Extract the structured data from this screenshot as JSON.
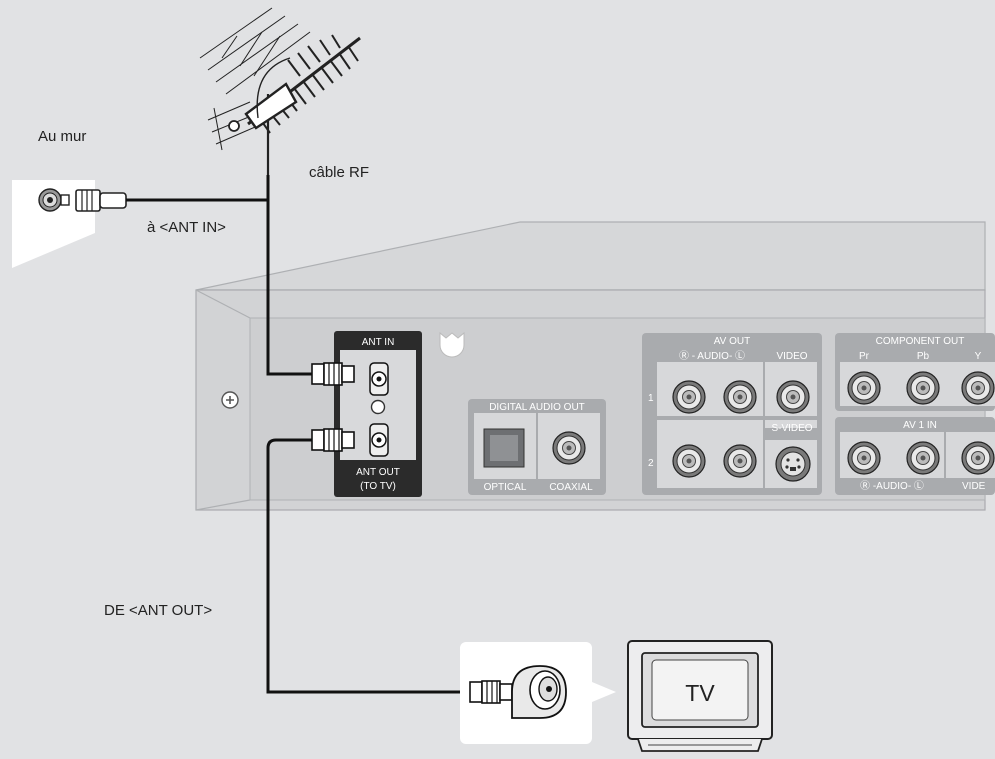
{
  "labels": {
    "wall": "Au mur",
    "rf_cable": "câble RF",
    "to_ant_in": "à <ANT IN>",
    "from_ant_out": "DE <ANT OUT>",
    "tv": "TV"
  },
  "panel": {
    "ant_in": "ANT IN",
    "ant_out_1": "ANT OUT",
    "ant_out_2": "(TO TV)",
    "digital_audio_out": "DIGITAL AUDIO OUT",
    "optical": "OPTICAL",
    "coaxial": "COAXIAL",
    "av_out": "AV OUT",
    "audio_lr": "Ⓡ - AUDIO- Ⓛ",
    "video": "VIDEO",
    "svideo": "S-VIDEO",
    "row1": "1",
    "row2": "2",
    "component_out": "COMPONENT OUT",
    "pr": "Pr",
    "pb": "Pb",
    "y": "Y",
    "av1_in": "AV 1 IN",
    "av1_audio": "Ⓡ -AUDIO- Ⓛ",
    "av1_video": "VIDE"
  },
  "colors": {
    "background": "#e1e2e4",
    "panel_dark": "#2b2b2b",
    "cable": "#111111",
    "device_body": "#d3d4d6",
    "panel_face": "#cdced0"
  }
}
